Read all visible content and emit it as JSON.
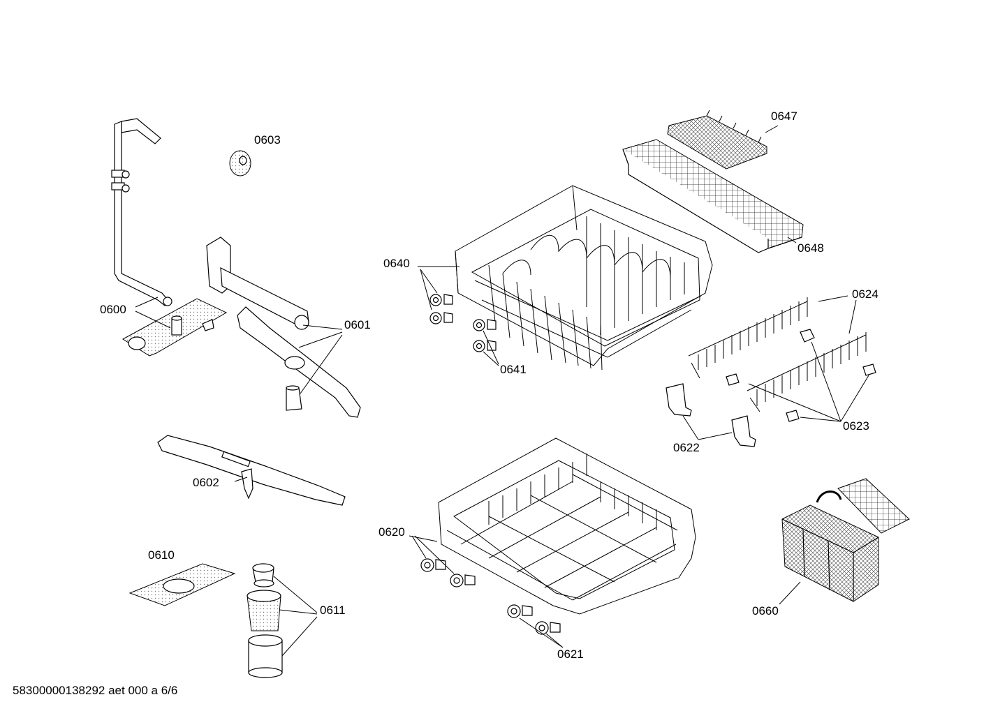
{
  "labels": {
    "p0600": "0600",
    "p0601": "0601",
    "p0602": "0602",
    "p0603": "0603",
    "p0610": "0610",
    "p0611": "0611",
    "p0620": "0620",
    "p0621": "0621",
    "p0622": "0622",
    "p0623": "0623",
    "p0624": "0624",
    "p0640": "0640",
    "p0641": "0641",
    "p0647": "0647",
    "p0648": "0648",
    "p0660": "0660"
  },
  "footer": "58300000138292 aet 000 a 6/6"
}
